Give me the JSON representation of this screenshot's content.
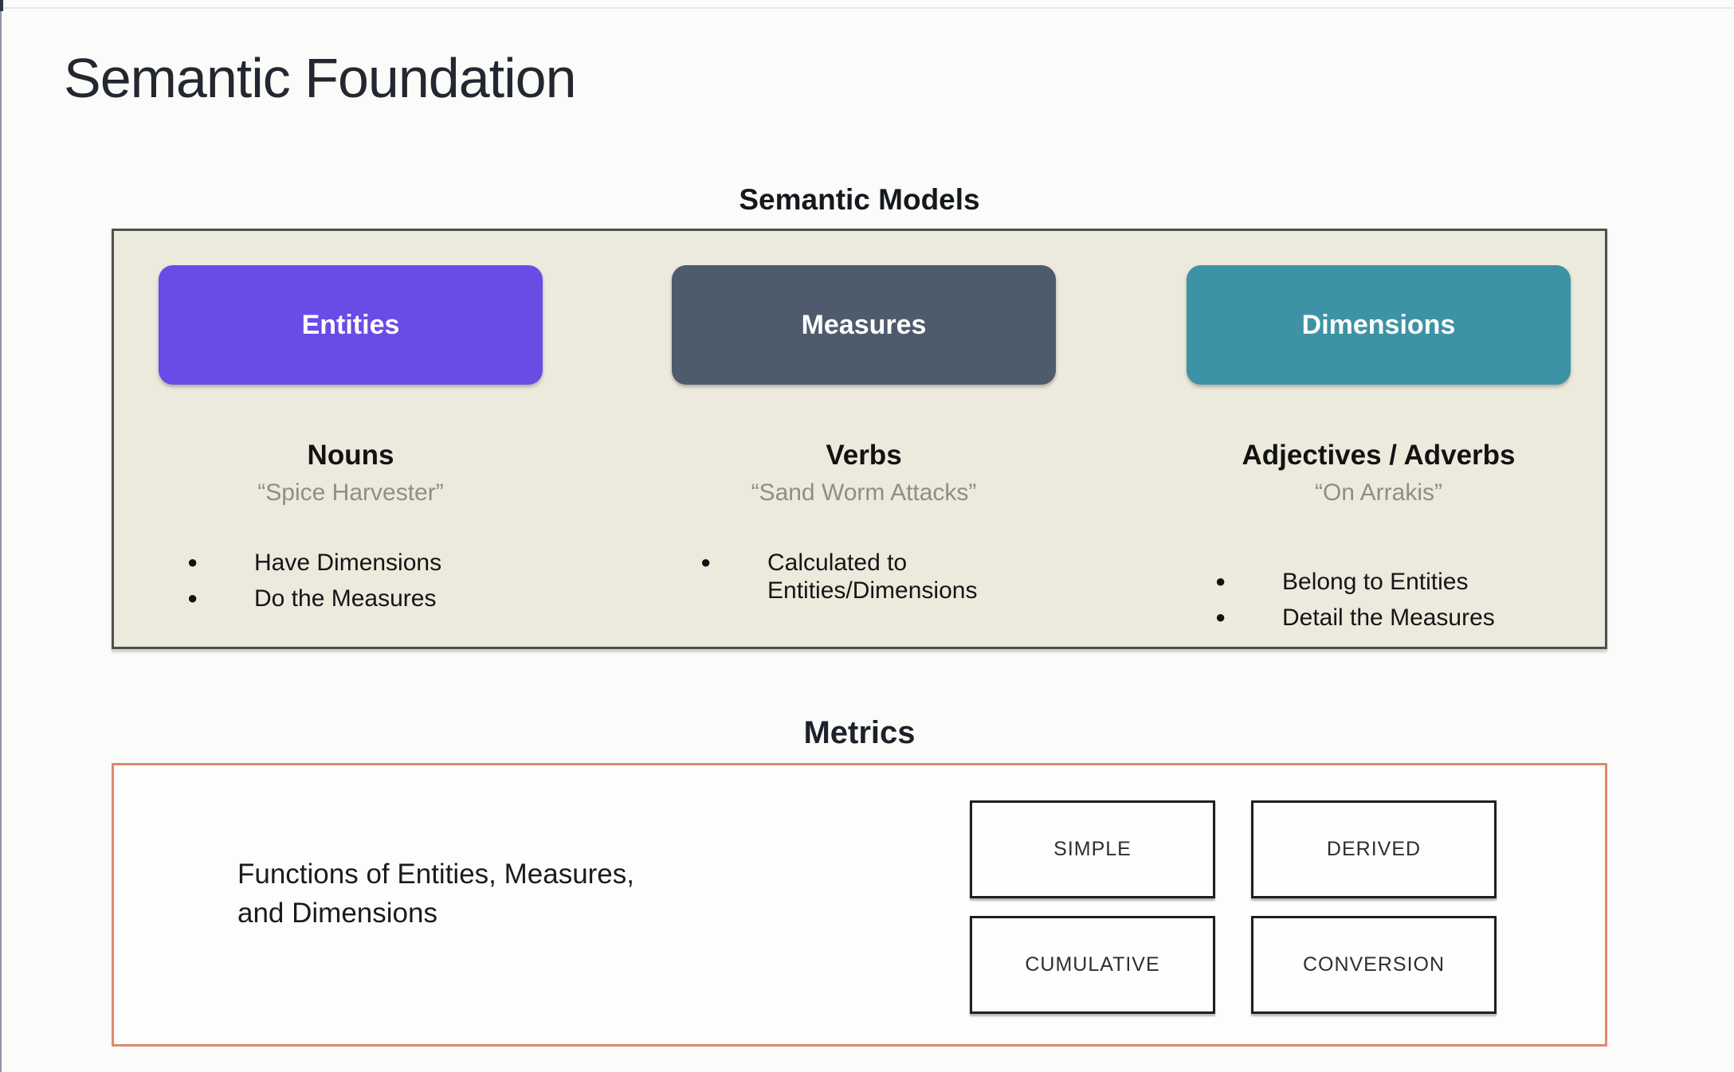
{
  "slide": {
    "title": "Semantic Foundation"
  },
  "semantic_models": {
    "title": "Semantic Models",
    "panel_background": "#ECE9DD",
    "columns": [
      {
        "button_label": "Entities",
        "button_color": "#6A4BE5",
        "heading": "Nouns",
        "quote": "“Spice Harvester”",
        "bullets": [
          "Have Dimensions",
          "Do the Measures"
        ]
      },
      {
        "button_label": "Measures",
        "button_color": "#4E5B6D",
        "heading": "Verbs",
        "quote": "“Sand Worm Attacks”",
        "bullets": [
          "Calculated to Entities/Dimensions"
        ]
      },
      {
        "button_label": "Dimensions",
        "button_color": "#3D93A5",
        "heading": "Adjectives / Adverbs",
        "quote": "“On Arrakis”",
        "bullets": [
          "Belong to Entities",
          "Detail the Measures"
        ]
      }
    ]
  },
  "metrics": {
    "title": "Metrics",
    "border_color": "#DD8A68",
    "description_line1": "Functions of Entities, Measures,",
    "description_line2": "and Dimensions",
    "types": [
      "SIMPLE",
      "DERIVED",
      "CUMULATIVE",
      "CONVERSION"
    ]
  }
}
